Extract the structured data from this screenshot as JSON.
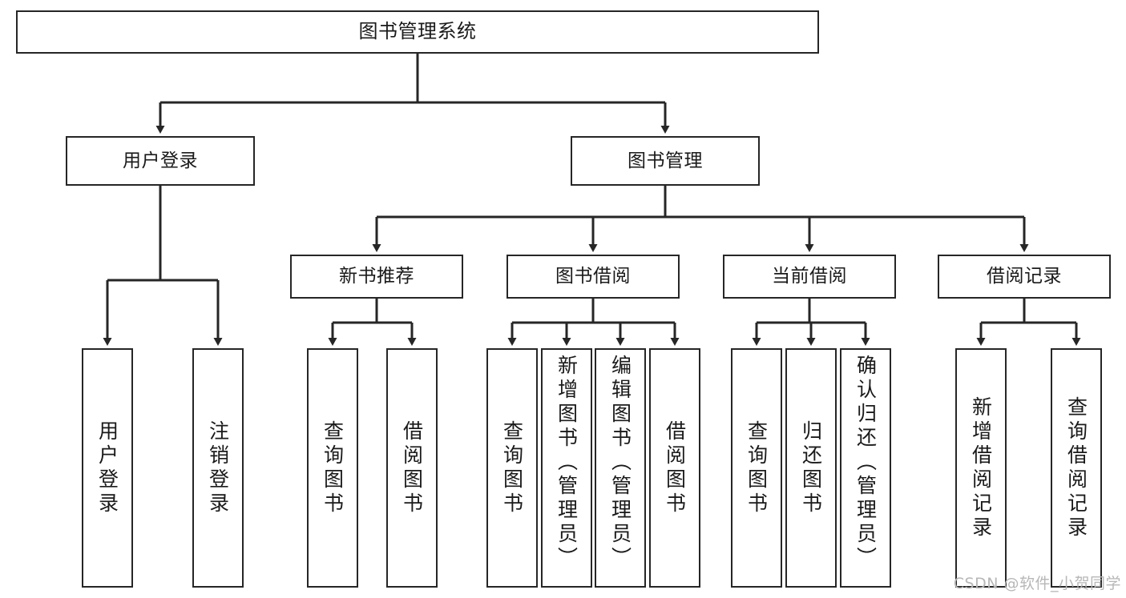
{
  "diagram": {
    "title": "图书管理系统",
    "type": "tree-hierarchy-chart",
    "root": {
      "label": "图书管理系统"
    },
    "level2": [
      {
        "label": "用户登录"
      },
      {
        "label": "图书管理"
      }
    ],
    "level3": [
      {
        "label": "新书推荐"
      },
      {
        "label": "图书借阅"
      },
      {
        "label": "当前借阅"
      },
      {
        "label": "借阅记录"
      }
    ],
    "leaves": {
      "user_login": [
        {
          "label": "用户登录"
        },
        {
          "label": "注销登录"
        }
      ],
      "new_book_recommend": [
        {
          "label": "查询图书"
        },
        {
          "label": "借阅图书"
        }
      ],
      "book_borrow": [
        {
          "label": "查询图书"
        },
        {
          "label": "新增图书（管理员）"
        },
        {
          "label": "编辑图书（管理员）"
        },
        {
          "label": "借阅图书"
        }
      ],
      "current_borrow": [
        {
          "label": "查询图书"
        },
        {
          "label": "归还图书"
        },
        {
          "label": "确认归还（管理员）"
        }
      ],
      "borrow_record": [
        {
          "label": "新增借阅记录"
        },
        {
          "label": "查询借阅记录"
        }
      ]
    }
  },
  "watermark": {
    "text": "CSDN @软件_小贺同学"
  },
  "colors": {
    "box_border": "#262626",
    "box_fill": "#ffffff",
    "text": "#1a1a1a",
    "connector": "#262626",
    "watermark": "#b7b7b7",
    "background": "#ffffff"
  }
}
